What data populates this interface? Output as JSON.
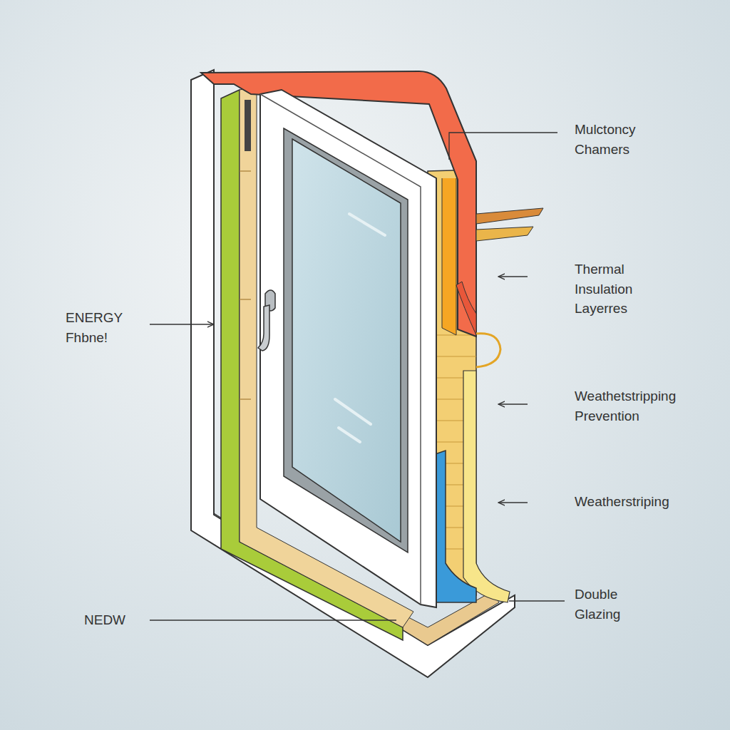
{
  "diagram": {
    "labels": [
      "Mulctoncy Chamers",
      "Thermal Insulation Layerres",
      "Weathetstripping Prevention",
      "Weatherstriping",
      "Double Glazing",
      "ENERGY Fhbne!",
      "NEDW"
    ]
  }
}
